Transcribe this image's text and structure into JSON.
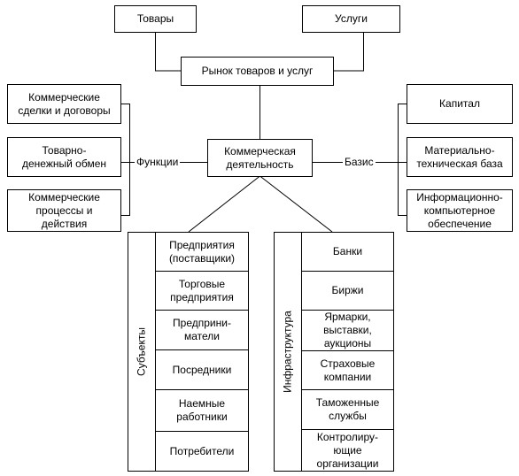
{
  "top": {
    "goods": "Товары",
    "services": "Услуги",
    "market": "Рынок товаров и услуг"
  },
  "center": {
    "commercial_activity": "Коммерческая\nдеятельность"
  },
  "functions": {
    "label": "Функции",
    "items": [
      "Коммерческие\nсделки и договоры",
      "Товарно-\nденежный обмен",
      "Коммерческие\nпроцессы и\nдействия"
    ]
  },
  "basis": {
    "label": "Базис",
    "items": [
      "Капитал",
      "Материально-\nтехническая база",
      "Информационно-\nкомпьютерное\nобеспечение"
    ]
  },
  "subjects": {
    "label": "Субъекты",
    "items": [
      "Предприятия\n(поставщики)",
      "Торговые\nпредприятия",
      "Предприни-\nматели",
      "Посредники",
      "Наемные\nработники",
      "Потребители"
    ]
  },
  "infrastructure": {
    "label": "Инфраструктура",
    "items": [
      "Банки",
      "Биржи",
      "Ярмарки,\nвыставки,\nаукционы",
      "Страховые\nкомпании",
      "Таможенные\nслужбы",
      "Контролиру-\nющие\nорганизации"
    ]
  },
  "colors": {
    "line": "#000000",
    "background": "#ffffff"
  }
}
